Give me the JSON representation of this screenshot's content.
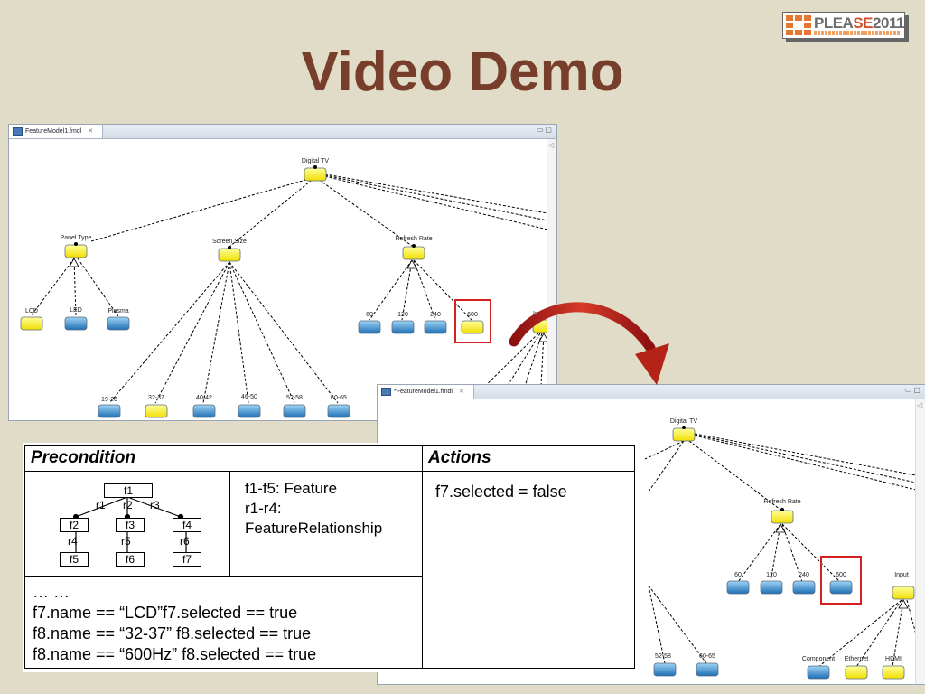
{
  "slide": {
    "title": "Video Demo"
  },
  "logo": {
    "text_a": "PLEA",
    "text_b": "SE",
    "text_c": "2011"
  },
  "editor1": {
    "tab_label": "FeatureModel1.fmdl",
    "nodes": {
      "root": "Digital TV",
      "panel_type": "Panel Type",
      "screen_size": "Screen Size",
      "refresh_rate": "Refresh Rate",
      "input": "Input",
      "lcd": "LCD",
      "led": "LED",
      "plasma": "Plasma",
      "r60": "60",
      "r120": "120",
      "r240": "240",
      "r600": "600",
      "s1926": "19-26",
      "s3237": "32-37",
      "s4042": "40-42",
      "s4650": "46-50",
      "s5258": "52-58",
      "s6065": "60-65"
    }
  },
  "editor2": {
    "tab_label": "*FeatureModel1.fmdl",
    "nodes": {
      "root": "Digital TV",
      "refresh_rate": "Refresh Rate",
      "input": "Input",
      "r60": "60",
      "r120": "120",
      "r240": "240",
      "r600": "600",
      "s5258": "52-58",
      "s6065": "60-65",
      "component": "Component",
      "ethernet": "Ethernet",
      "hdmi": "HDMI"
    }
  },
  "rule_table": {
    "precondition_header": "Precondition",
    "actions_header": "Actions",
    "pattern": {
      "f1": "f1",
      "f2": "f2",
      "f3": "f3",
      "f4": "f4",
      "f5": "f5",
      "f6": "f6",
      "f7": "f7",
      "r1": "r1",
      "r2": "r2",
      "r3": "r3",
      "r4": "r4",
      "r5": "r5",
      "r6": "r6"
    },
    "legend_line1": "f1-f5: Feature",
    "legend_line2": "r1-r4:",
    "legend_line3": "FeatureRelationship",
    "conditions": [
      "… …",
      "f7.name == “LCD”f7.selected == true",
      "f8.name == “32-37” f8.selected == true",
      "f8.name == “600Hz” f8.selected == true"
    ],
    "action": "f7.selected = false"
  }
}
